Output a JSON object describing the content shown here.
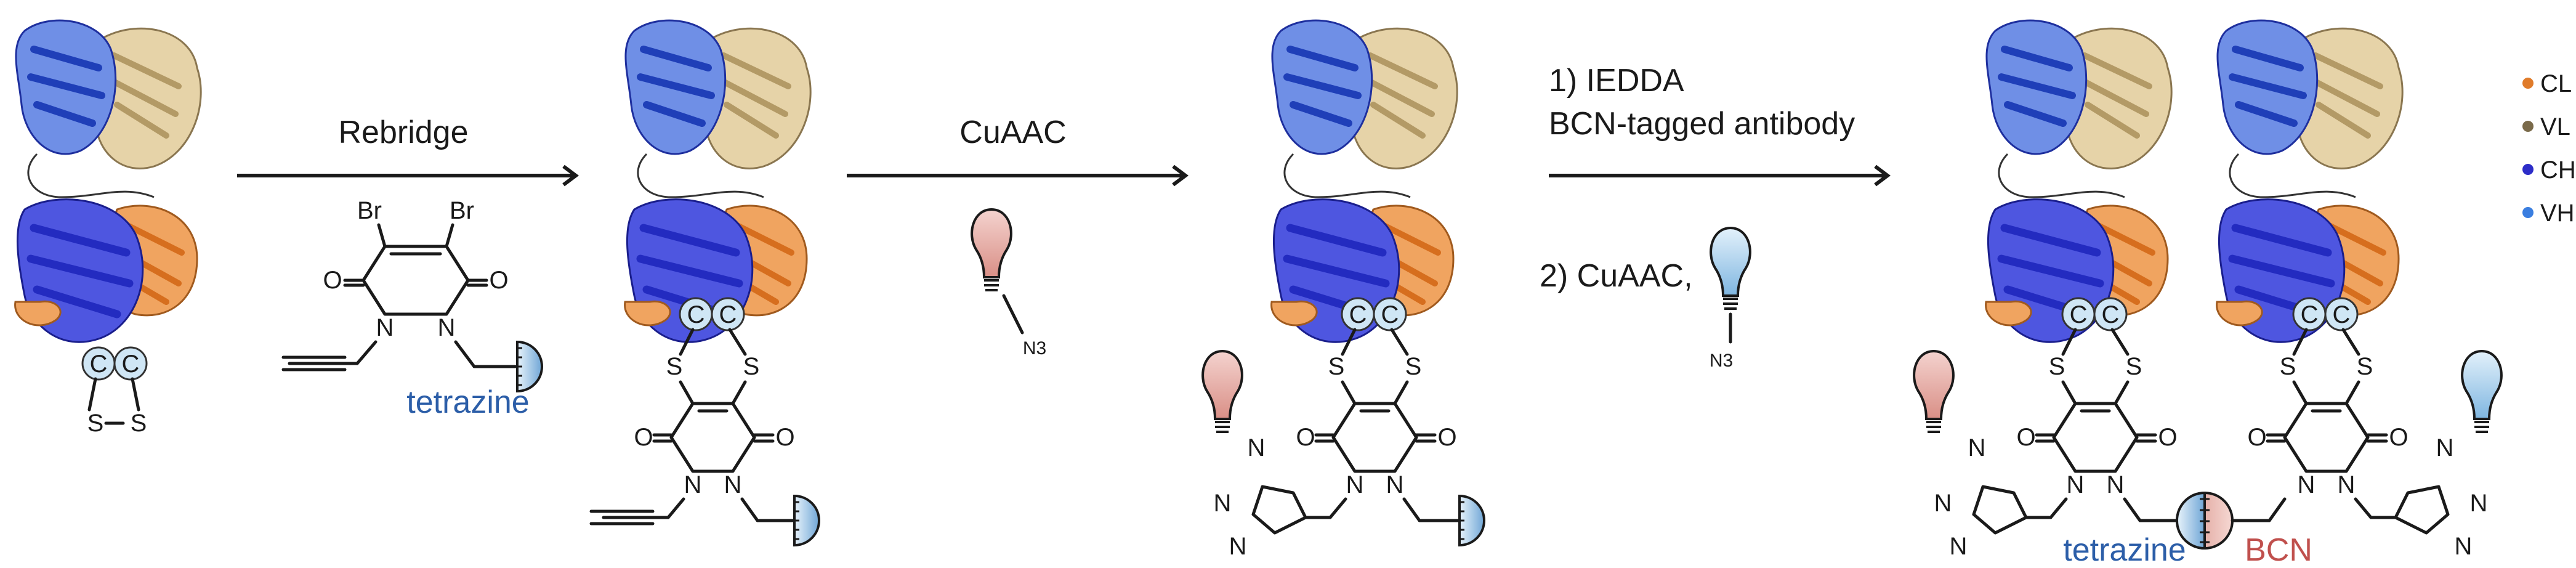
{
  "steps": {
    "step1_label": "Rebridge",
    "step2_label": "CuAAC",
    "step3_label1": "1) IEDDA",
    "step3_label2": "BCN-tagged antibody",
    "step3_label3": "2) CuAAC,"
  },
  "reagent1": {
    "br_left": "Br",
    "br_right": "Br",
    "o_left": "O",
    "o_right": "O",
    "n_left": "N",
    "n_right": "N",
    "tag_label": "tetrazine"
  },
  "structures": {
    "s": "S",
    "c": "C",
    "o": "O",
    "n": "N",
    "azide": "N3",
    "tetrazine_label": "tetrazine",
    "bcn_label": "BCN"
  },
  "legend": {
    "items": [
      {
        "label": "CL",
        "color": "#e07b2a"
      },
      {
        "label": "VL",
        "color": "#7a6a4a"
      },
      {
        "label": "CH",
        "color": "#2d2dc8"
      },
      {
        "label": "VH",
        "color": "#3a7ee0"
      }
    ]
  },
  "colors": {
    "tetrazine": "#2c5ea8",
    "bcn": "#c0504d",
    "heavy_chain": "#3b4fd8",
    "light_chain": "#d9c08a"
  }
}
